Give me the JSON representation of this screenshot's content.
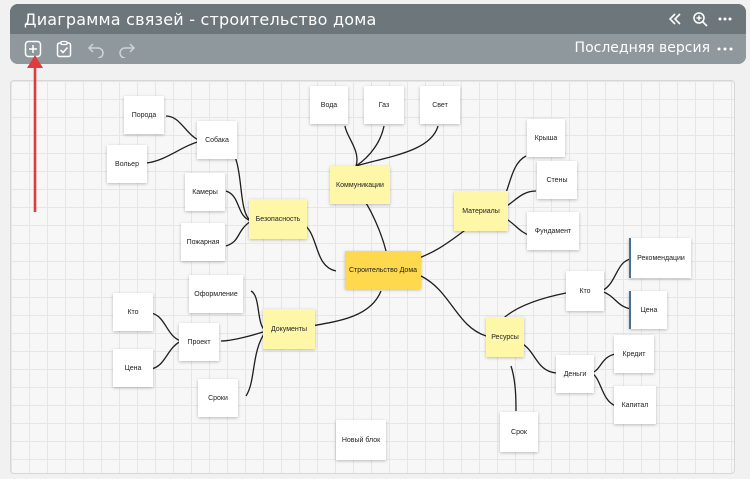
{
  "titlebar": {
    "title": "Диаграмма связей - строительство дома"
  },
  "toolbar": {
    "version_label": "Последняя версия"
  },
  "diagram": {
    "center": "Строительство Дома",
    "nodes": {
      "communications": "Коммуникации",
      "water": "Вода",
      "gas": "Газ",
      "light": "Свет",
      "materials": "Материалы",
      "roof": "Крыша",
      "walls": "Стены",
      "foundation": "Фундамент",
      "security": "Безопасность",
      "dog": "Собака",
      "breed": "Порода",
      "enclosure": "Вольер",
      "cameras": "Камеры",
      "fire": "Пожарная",
      "documents": "Документы",
      "registration": "Оформление",
      "project": "Проект",
      "who_left": "Кто",
      "price_left": "Цена",
      "deadlines": "Сроки",
      "resources": "Ресурсы",
      "who_right": "Кто",
      "recommendations": "Рекомендации",
      "price_right": "Цена",
      "money": "Деньги",
      "credit": "Кредит",
      "capital": "Капитал",
      "term": "Срок",
      "new_block": "Новый блок"
    }
  }
}
